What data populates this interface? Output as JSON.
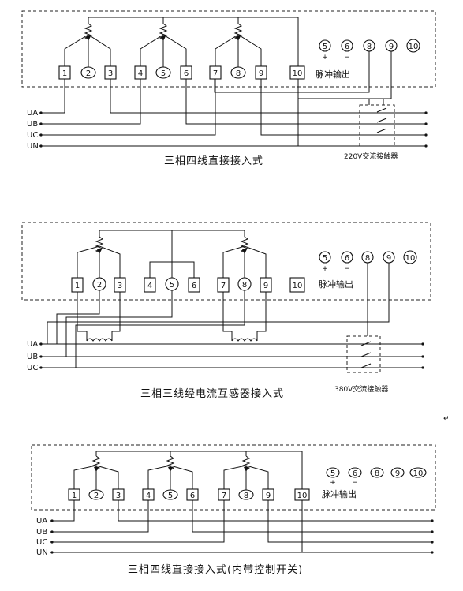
{
  "diagram1": {
    "caption": "三相四线直接接入式",
    "contactor_label": "220V交流接触器",
    "pulse_label": "脉冲输出",
    "terminals": [
      "1",
      "2",
      "3",
      "4",
      "5",
      "6",
      "7",
      "8",
      "9",
      "10"
    ],
    "pulse_terminals": [
      "5",
      "6",
      "8",
      "9",
      "10"
    ],
    "pulse_signs": [
      "+",
      "−"
    ],
    "lines": [
      "UA",
      "UB",
      "UC",
      "UN"
    ]
  },
  "diagram2": {
    "caption": "三相三线经电流互感器接入式",
    "contactor_label": "380V交流接触器",
    "pulse_label": "脉冲输出",
    "terminals": [
      "1",
      "2",
      "3",
      "4",
      "5",
      "6",
      "7",
      "8",
      "9",
      "10"
    ],
    "pulse_terminals": [
      "5",
      "6",
      "8",
      "9",
      "10"
    ],
    "pulse_signs": [
      "+",
      "−"
    ],
    "lines": [
      "UA",
      "UB",
      "UC"
    ]
  },
  "diagram3": {
    "caption": "三相四线直接接入式(内带控制开关)",
    "pulse_label": "脉冲输出",
    "terminals": [
      "1",
      "2",
      "3",
      "4",
      "5",
      "6",
      "7",
      "8",
      "9",
      "10"
    ],
    "pulse_terminals": [
      "5",
      "6",
      "8",
      "9",
      "10"
    ],
    "pulse_signs": [
      "+",
      "−"
    ],
    "lines": [
      "UA",
      "UB",
      "UC",
      "UN"
    ]
  }
}
